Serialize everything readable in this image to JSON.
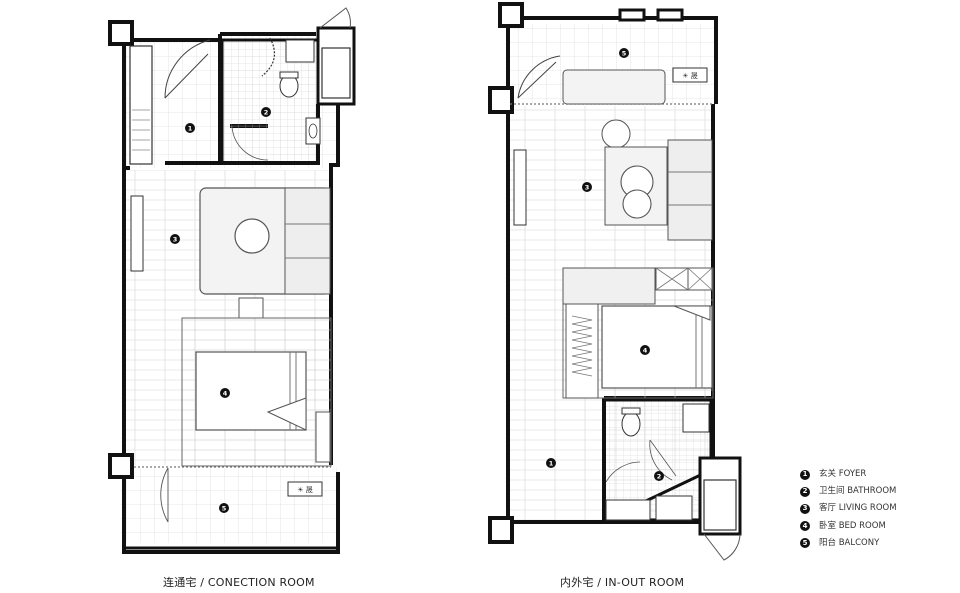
{
  "plans": [
    {
      "caption": "连通宅 / CONECTION ROOM",
      "rooms": [
        {
          "num": "1",
          "name": "foyer"
        },
        {
          "num": "2",
          "name": "bathroom"
        },
        {
          "num": "3",
          "name": "living-room"
        },
        {
          "num": "4",
          "name": "bed-room"
        },
        {
          "num": "5",
          "name": "balcony"
        }
      ],
      "ac_label": "☀ 晟"
    },
    {
      "caption": "内外宅 / IN-OUT ROOM",
      "rooms": [
        {
          "num": "1",
          "name": "foyer"
        },
        {
          "num": "2",
          "name": "bathroom"
        },
        {
          "num": "3",
          "name": "living-room"
        },
        {
          "num": "4",
          "name": "bed-room"
        },
        {
          "num": "5",
          "name": "balcony"
        }
      ],
      "ac_label": "☀ 晟"
    }
  ],
  "legend": [
    {
      "num": "1",
      "label": "玄关 FOYER"
    },
    {
      "num": "2",
      "label": "卫生间 BATHROOM"
    },
    {
      "num": "3",
      "label": "客厅 LIVING ROOM"
    },
    {
      "num": "4",
      "label": "卧室 BED ROOM"
    },
    {
      "num": "5",
      "label": "阳台 BALCONY"
    }
  ],
  "colors": {
    "wall": "#111111",
    "grid": "#cfcfcf",
    "furniture": "#f2f2f2",
    "line": "#555555"
  }
}
